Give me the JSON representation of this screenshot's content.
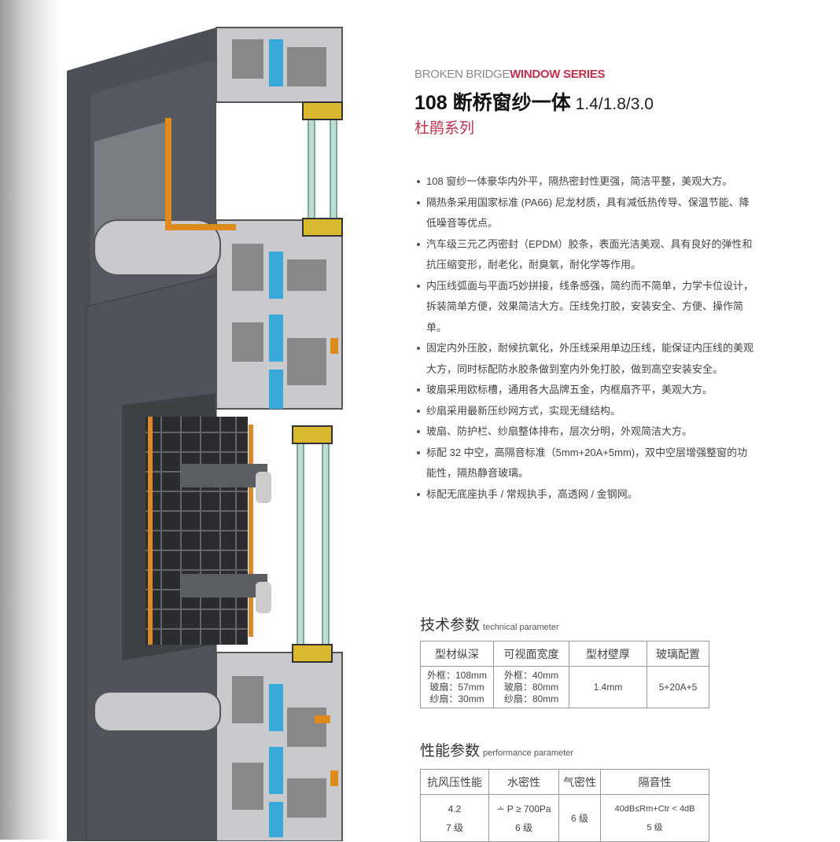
{
  "header": {
    "brand_gray": "BROKEN BRIDGE",
    "brand_red": "WINDOW SERIES",
    "title_model": "108 断桥窗纱一体",
    "title_thickness": "1.4/1.8/3.0",
    "subtitle": "杜鹃系列"
  },
  "features": [
    "108 窗纱一体豪华内外平，隔热密封性更强，简洁平整，美观大方。",
    "隔热条采用国家标准 (PA66) 尼龙材质，具有减低热传导、保温节能、降低噪音等优点。",
    "汽车级三元乙丙密封（EPDM）胶条，表面光洁美观、具有良好的弹性和抗压缩变形，耐老化，耐臭氧，耐化学等作用。",
    "内压线弧面与平面巧妙拼接，线条感强，简约而不简单，力学卡位设计，拆装简单方便，效果简洁大方。压线免打胶，安装安全、方便、操作简单。",
    "固定内外压胶，耐候抗氧化，外压线采用单边压线，能保证内压线的美观大方，同时标配防水胶条做到室内外免打胶，做到高空安装安全。",
    "玻扇采用欧标槽，通用各大品牌五金，内框扇齐平，美观大方。",
    "纱扇采用最新压纱网方式，实现无缝结构。",
    "玻扇、防护栏、纱扇整体排布，层次分明，外观简洁大方。",
    "标配 32 中空，高隔音标准（5mm+20A+5mm)，双中空层增强整窗的功能性，隔热静音玻璃。",
    "标配无底座执手 / 常规执手，高透网 / 金钢网。"
  ],
  "technical": {
    "title_cn": "技术参数",
    "title_en": "technical parameter",
    "headers": [
      "型材纵深",
      "可视面宽度",
      "型材壁厚",
      "玻璃配置"
    ],
    "row": [
      [
        "外框：108mm",
        "玻扇：57mm",
        "纱扇：30mm"
      ],
      [
        "外框：40mm",
        "玻扇：80mm",
        "纱扇：80mm"
      ],
      "1.4mm",
      "5+20A+5"
    ]
  },
  "performance": {
    "title_cn": "性能参数",
    "title_en": "performance parameter",
    "headers": [
      "抗风压性能",
      "水密性",
      "气密性",
      "隔音性"
    ],
    "row": [
      [
        "4.2",
        "7 级"
      ],
      [
        "∸ P ≥ 700Pa",
        "6 级"
      ],
      "6 级",
      [
        "40dB≤Rm+Ctr < 4dB",
        "5 级"
      ]
    ]
  },
  "colors": {
    "accent": "#c0304a",
    "frame": "#4a4d52"
  }
}
